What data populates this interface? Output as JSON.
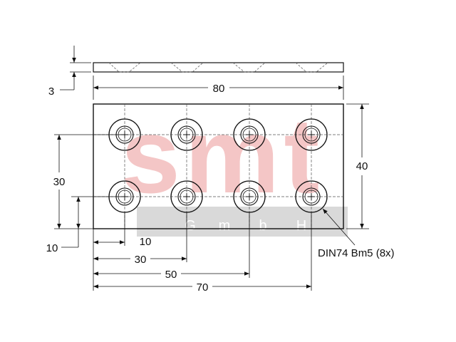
{
  "watermark": {
    "brand": "smt",
    "subline": [
      "G",
      "m",
      "b",
      "H"
    ],
    "brand_color": "#f4c6c6",
    "band_color": "#d9d9d9",
    "band_text_color": "#ffffff"
  },
  "dimensions": {
    "thickness": "3",
    "length": "80",
    "width": "40",
    "hole_pitch_y": "30",
    "edge_offset_y": "10",
    "x_10": "10",
    "x_30": "30",
    "x_50": "50",
    "x_70": "70"
  },
  "callout": "DIN74 Bm5 (8x)",
  "colors": {
    "line": "#111111",
    "hidden": "#555555"
  }
}
